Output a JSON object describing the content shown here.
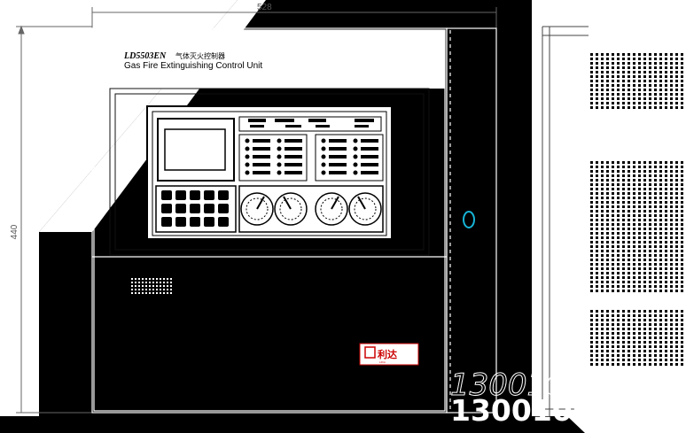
{
  "drawing": {
    "model_label": "LD5503EN",
    "chinese_name": "气体灭火控制器",
    "english_name": "Gas Fire Extinguishing Control Unit",
    "dim_width": "528",
    "dim_height": "440",
    "phone_outline": "13001062119",
    "phone_bold": "13001062119",
    "brand_cn": "利达",
    "brand_en": "LIDA"
  },
  "colors": {
    "background": "#000000",
    "panel": "#ffffff",
    "line": "#111111",
    "brand": "#cc0000",
    "indicator": "#17b4d6"
  }
}
